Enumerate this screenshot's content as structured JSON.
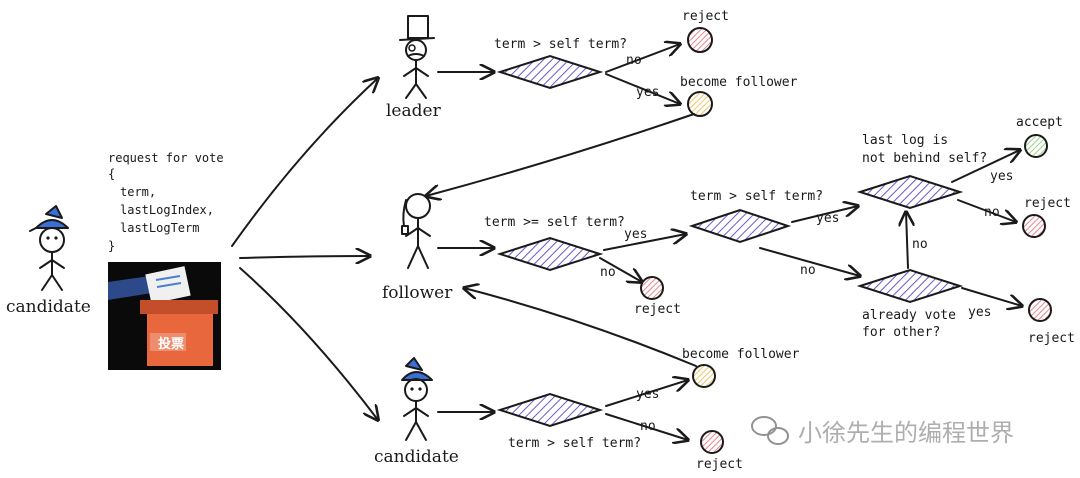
{
  "roles": {
    "candidate_left": "candidate",
    "leader": "leader",
    "follower": "follower",
    "candidate_bottom": "candidate"
  },
  "request": {
    "title": "request for vote",
    "open": "{",
    "fields": [
      "term,",
      "lastLogIndex,",
      "lastLogTerm"
    ],
    "close": "}"
  },
  "ballot_box_label": "投票",
  "leader_branch": {
    "question": "term > self term?",
    "edge_no": "no",
    "edge_yes": "yes",
    "outcome_no": "reject",
    "outcome_yes": "become follower"
  },
  "follower_branch": {
    "question1": "term >= self term?",
    "q1_yes": "yes",
    "q1_no": "no",
    "q1_no_outcome": "reject",
    "question2": "term > self term?",
    "q2_yes": "yes",
    "q2_no": "no",
    "question3": [
      "last log is",
      "not behind self?"
    ],
    "q3_yes": "yes",
    "q3_no": "no",
    "q3_yes_outcome": "accept",
    "q3_no_outcome": "reject",
    "question4": [
      "already vote",
      "for other?"
    ],
    "q4_yes": "yes",
    "q4_no": "no",
    "q4_yes_outcome": "reject"
  },
  "candidate_branch": {
    "question": "term > self term?",
    "edge_yes": "yes",
    "edge_no": "no",
    "outcome_yes": "become follower",
    "outcome_no": "reject"
  },
  "watermark": "小徐先生的编程世界",
  "colors": {
    "reject": "#e8868f",
    "accept": "#9fd18b",
    "become_follower": "#f2c66d",
    "hatch": "#6a5acd",
    "hat_blue": "#3b6fd4",
    "ballot_box": "#e8673c"
  }
}
